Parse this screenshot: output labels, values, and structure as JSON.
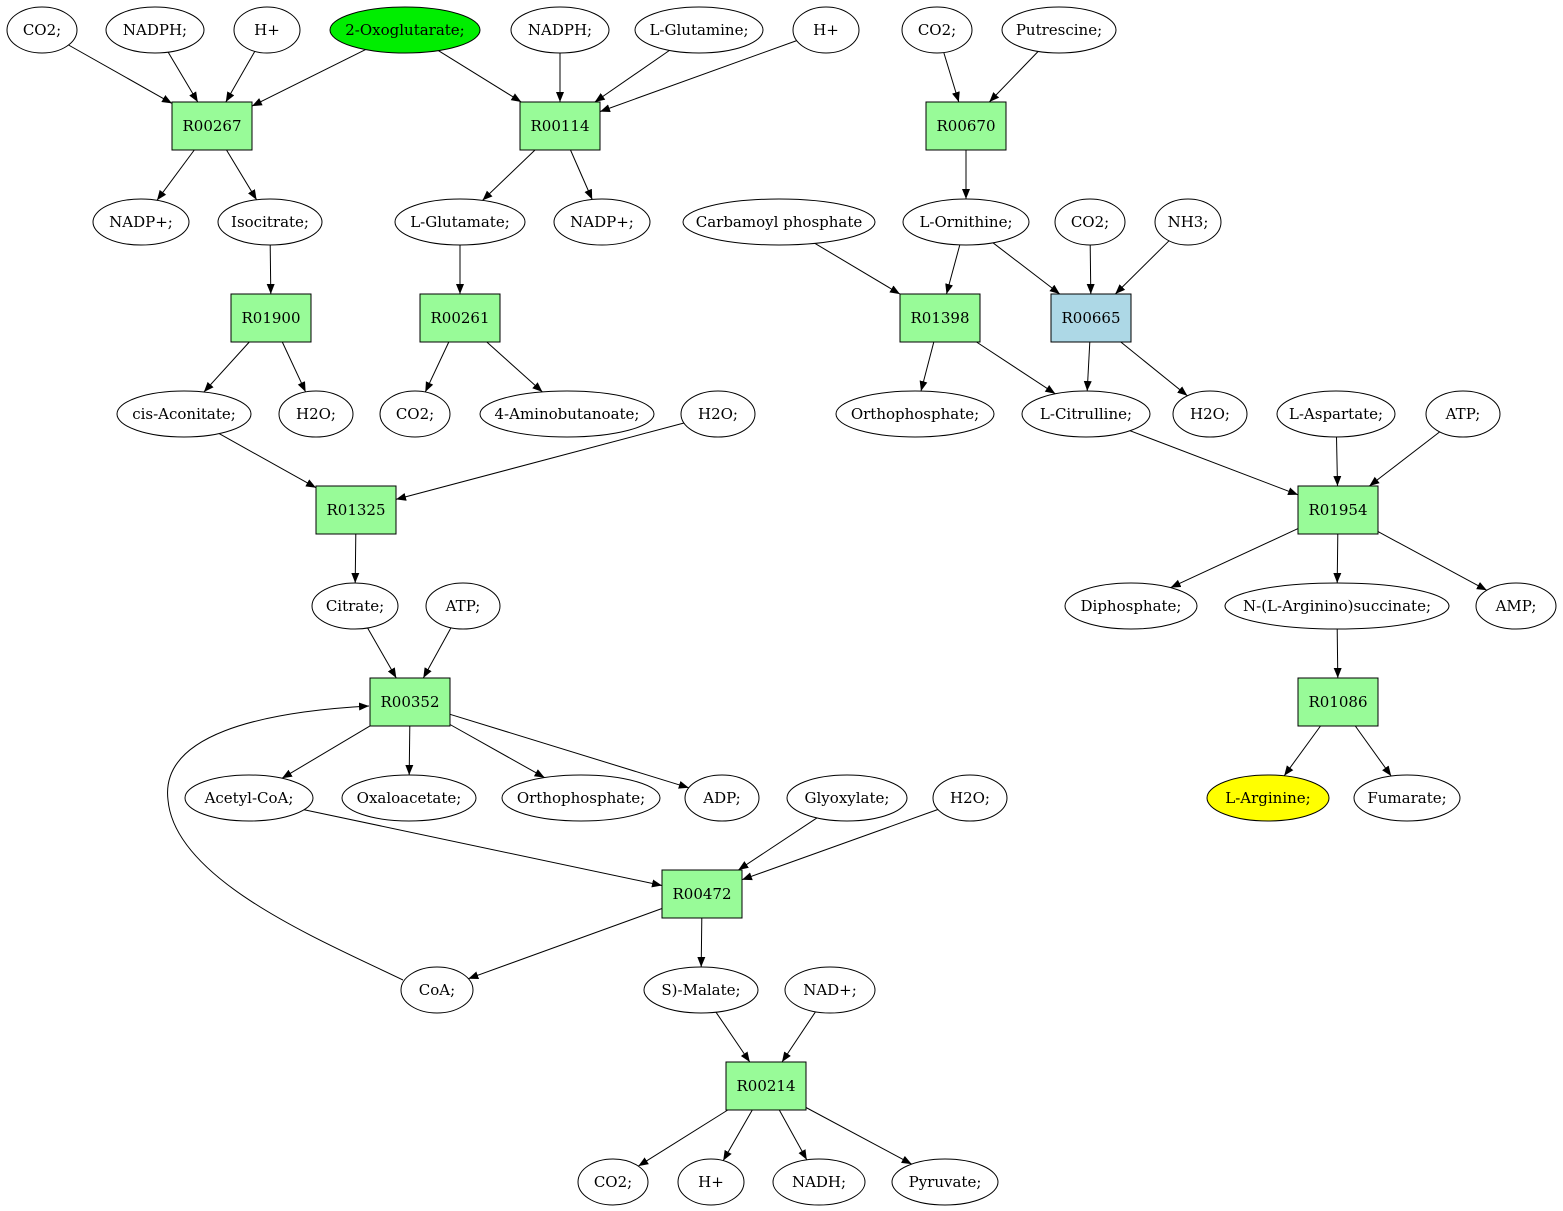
{
  "colors": {
    "compound_default": "#ffffff",
    "compound_source": "#00ee00",
    "compound_target": "#ffff00",
    "reaction_default": "#98fb98",
    "reaction_highlight": "#add8e6",
    "line": "#000000"
  },
  "compounds": [
    {
      "id": "c_co2_1",
      "label": "CO2;"
    },
    {
      "id": "c_nadph_1",
      "label": "NADPH;"
    },
    {
      "id": "c_hplus_1",
      "label": "H+"
    },
    {
      "id": "c_oxoglutarate",
      "label": "2-Oxoglutarate;",
      "role": "source"
    },
    {
      "id": "c_nadph_2",
      "label": "NADPH;"
    },
    {
      "id": "c_lglutamine",
      "label": "L-Glutamine;"
    },
    {
      "id": "c_hplus_2",
      "label": "H+"
    },
    {
      "id": "c_co2_2",
      "label": "CO2;"
    },
    {
      "id": "c_putrescine",
      "label": "Putrescine;"
    },
    {
      "id": "c_nadpplus_1",
      "label": "NADP+;"
    },
    {
      "id": "c_isocitrate",
      "label": "Isocitrate;"
    },
    {
      "id": "c_lglutamate",
      "label": "L-Glutamate;"
    },
    {
      "id": "c_nadpplus_2",
      "label": "NADP+;"
    },
    {
      "id": "c_carbamoyl",
      "label": "Carbamoyl phosphate"
    },
    {
      "id": "c_lornithine",
      "label": "L-Ornithine;"
    },
    {
      "id": "c_co2_3",
      "label": "CO2;"
    },
    {
      "id": "c_nh3",
      "label": "NH3;"
    },
    {
      "id": "c_cisaconitate",
      "label": "cis-Aconitate;"
    },
    {
      "id": "c_h2o_1",
      "label": "H2O;"
    },
    {
      "id": "c_co2_4",
      "label": "CO2;"
    },
    {
      "id": "c_aminobutanoate",
      "label": "4-Aminobutanoate;"
    },
    {
      "id": "c_h2o_2",
      "label": "H2O;"
    },
    {
      "id": "c_orthophosphate_1",
      "label": "Orthophosphate;"
    },
    {
      "id": "c_lcitrulline",
      "label": "L-Citrulline;"
    },
    {
      "id": "c_h2o_3",
      "label": "H2O;"
    },
    {
      "id": "c_laspartate",
      "label": "L-Aspartate;"
    },
    {
      "id": "c_atp_1",
      "label": "ATP;"
    },
    {
      "id": "c_citrate",
      "label": "Citrate;"
    },
    {
      "id": "c_atp_2",
      "label": "ATP;"
    },
    {
      "id": "c_diphosphate",
      "label": "Diphosphate;"
    },
    {
      "id": "c_arginosuccinate",
      "label": "N-(L-Arginino)succinate;"
    },
    {
      "id": "c_amp",
      "label": "AMP;"
    },
    {
      "id": "c_acetylcoa",
      "label": "Acetyl-CoA;"
    },
    {
      "id": "c_oxaloacetate",
      "label": "Oxaloacetate;"
    },
    {
      "id": "c_orthophosphate_2",
      "label": "Orthophosphate;"
    },
    {
      "id": "c_adp",
      "label": "ADP;"
    },
    {
      "id": "c_glyoxylate",
      "label": "Glyoxylate;"
    },
    {
      "id": "c_h2o_4",
      "label": "H2O;"
    },
    {
      "id": "c_larginine",
      "label": "L-Arginine;",
      "role": "target"
    },
    {
      "id": "c_fumarate",
      "label": "Fumarate;"
    },
    {
      "id": "c_coa",
      "label": "CoA;"
    },
    {
      "id": "c_smalate",
      "label": "S)-Malate;"
    },
    {
      "id": "c_nadplus",
      "label": "NAD+;"
    },
    {
      "id": "c_co2_5",
      "label": "CO2;"
    },
    {
      "id": "c_hplus_3",
      "label": "H+"
    },
    {
      "id": "c_nadh",
      "label": "NADH;"
    },
    {
      "id": "c_pyruvate",
      "label": "Pyruvate;"
    }
  ],
  "reactions": [
    {
      "id": "r_R00267",
      "label": "R00267"
    },
    {
      "id": "r_R00114",
      "label": "R00114"
    },
    {
      "id": "r_R00670",
      "label": "R00670"
    },
    {
      "id": "r_R01900",
      "label": "R01900"
    },
    {
      "id": "r_R00261",
      "label": "R00261"
    },
    {
      "id": "r_R01398",
      "label": "R01398"
    },
    {
      "id": "r_R00665",
      "label": "R00665",
      "highlight": true
    },
    {
      "id": "r_R01325",
      "label": "R01325"
    },
    {
      "id": "r_R01954",
      "label": "R01954"
    },
    {
      "id": "r_R00352",
      "label": "R00352"
    },
    {
      "id": "r_R01086",
      "label": "R01086"
    },
    {
      "id": "r_R00472",
      "label": "R00472"
    },
    {
      "id": "r_R00214",
      "label": "R00214"
    }
  ],
  "edges": [
    [
      "c_co2_1",
      "r_R00267"
    ],
    [
      "c_nadph_1",
      "r_R00267"
    ],
    [
      "c_hplus_1",
      "r_R00267"
    ],
    [
      "c_oxoglutarate",
      "r_R00267"
    ],
    [
      "c_oxoglutarate",
      "r_R00114"
    ],
    [
      "c_nadph_2",
      "r_R00114"
    ],
    [
      "c_lglutamine",
      "r_R00114"
    ],
    [
      "c_hplus_2",
      "r_R00114"
    ],
    [
      "c_co2_2",
      "r_R00670"
    ],
    [
      "c_putrescine",
      "r_R00670"
    ],
    [
      "r_R00267",
      "c_nadpplus_1"
    ],
    [
      "r_R00267",
      "c_isocitrate"
    ],
    [
      "r_R00114",
      "c_lglutamate"
    ],
    [
      "r_R00114",
      "c_nadpplus_2"
    ],
    [
      "r_R00670",
      "c_lornithine"
    ],
    [
      "c_isocitrate",
      "r_R01900"
    ],
    [
      "c_lglutamate",
      "r_R00261"
    ],
    [
      "c_carbamoyl",
      "r_R01398"
    ],
    [
      "c_lornithine",
      "r_R01398"
    ],
    [
      "c_lornithine",
      "r_R00665"
    ],
    [
      "c_co2_3",
      "r_R00665"
    ],
    [
      "c_nh3",
      "r_R00665"
    ],
    [
      "r_R01900",
      "c_cisaconitate"
    ],
    [
      "r_R01900",
      "c_h2o_1"
    ],
    [
      "r_R00261",
      "c_co2_4"
    ],
    [
      "r_R00261",
      "c_aminobutanoate"
    ],
    [
      "r_R01398",
      "c_orthophosphate_1"
    ],
    [
      "r_R01398",
      "c_lcitrulline"
    ],
    [
      "r_R00665",
      "c_lcitrulline"
    ],
    [
      "r_R00665",
      "c_h2o_3"
    ],
    [
      "c_cisaconitate",
      "r_R01325"
    ],
    [
      "c_h2o_2",
      "r_R01325"
    ],
    [
      "c_lcitrulline",
      "r_R01954"
    ],
    [
      "c_laspartate",
      "r_R01954"
    ],
    [
      "c_atp_1",
      "r_R01954"
    ],
    [
      "r_R01325",
      "c_citrate"
    ],
    [
      "r_R01954",
      "c_diphosphate"
    ],
    [
      "r_R01954",
      "c_arginosuccinate"
    ],
    [
      "r_R01954",
      "c_amp"
    ],
    [
      "c_citrate",
      "r_R00352"
    ],
    [
      "c_atp_2",
      "r_R00352"
    ],
    [
      "c_arginosuccinate",
      "r_R01086"
    ],
    [
      "r_R00352",
      "c_acetylcoa"
    ],
    [
      "r_R00352",
      "c_oxaloacetate"
    ],
    [
      "r_R00352",
      "c_orthophosphate_2"
    ],
    [
      "r_R00352",
      "c_adp"
    ],
    [
      "r_R01086",
      "c_larginine"
    ],
    [
      "r_R01086",
      "c_fumarate"
    ],
    [
      "c_acetylcoa",
      "r_R00472"
    ],
    [
      "c_glyoxylate",
      "r_R00472"
    ],
    [
      "c_h2o_4",
      "r_R00472"
    ],
    [
      "r_R00472",
      "c_coa"
    ],
    [
      "r_R00472",
      "c_smalate"
    ],
    [
      "c_coa",
      "r_R00352"
    ],
    [
      "c_smalate",
      "r_R00214"
    ],
    [
      "c_nadplus",
      "r_R00214"
    ],
    [
      "r_R00214",
      "c_co2_5"
    ],
    [
      "r_R00214",
      "c_hplus_3"
    ],
    [
      "r_R00214",
      "c_nadh"
    ],
    [
      "r_R00214",
      "c_pyruvate"
    ]
  ]
}
